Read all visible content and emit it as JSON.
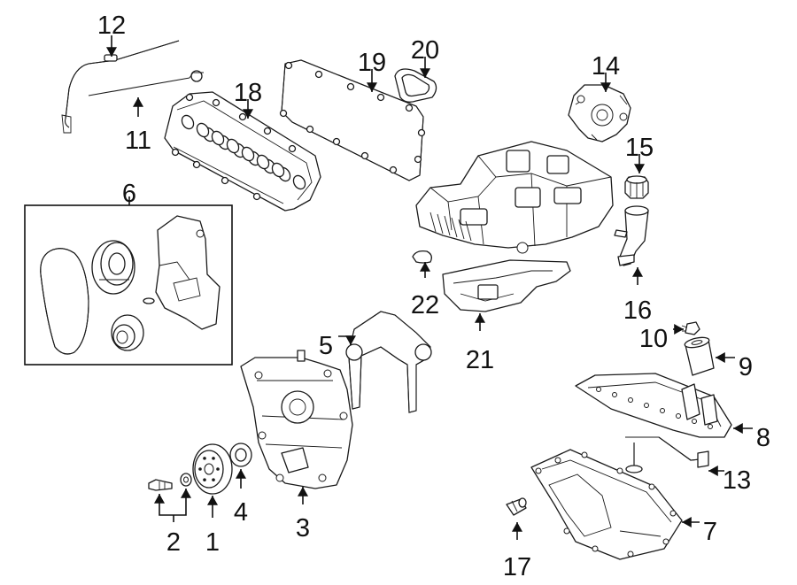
{
  "diagram": {
    "type": "exploded parts diagram",
    "callouts": [
      "1",
      "2",
      "3",
      "4",
      "5",
      "6",
      "7",
      "8",
      "9",
      "10",
      "11",
      "12",
      "13",
      "14",
      "15",
      "16",
      "17",
      "18",
      "19",
      "20",
      "21",
      "22"
    ]
  }
}
